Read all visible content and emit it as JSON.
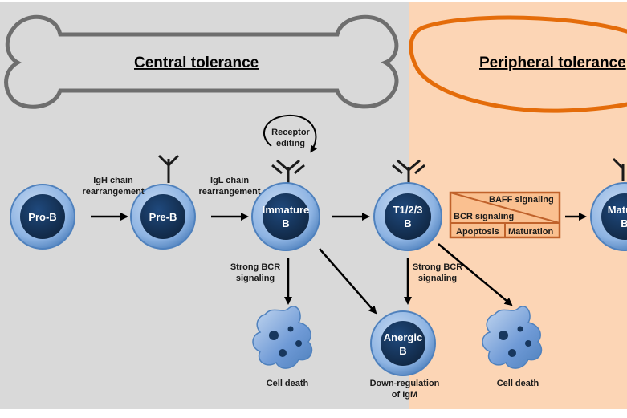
{
  "regions": {
    "central": {
      "title": "Central tolerance"
    },
    "peripheral": {
      "title": "Peripheral tolerance"
    }
  },
  "cells": {
    "pro_b": "Pro-B",
    "pre_b": "Pre-B",
    "immature_b": {
      "line1": "Immature",
      "line2": "B"
    },
    "t123_b": {
      "line1": "T1/2/3",
      "line2": "B"
    },
    "mature_b": {
      "line1": "Mature",
      "line2": "B"
    },
    "anergic_b": {
      "line1": "Anergic",
      "line2": "B"
    }
  },
  "labels": {
    "igh": {
      "line1": "IgH chain",
      "line2": "rearrangement"
    },
    "igl": {
      "line1": "IgL chain",
      "line2": "rearrangement"
    },
    "receptor_editing": {
      "line1": "Receptor",
      "line2": "editing"
    },
    "strong_bcr_1": {
      "line1": "Strong BCR",
      "line2": "signaling"
    },
    "strong_bcr_2": {
      "line1": "Strong BCR",
      "line2": "signaling"
    },
    "cell_death_1": "Cell death",
    "cell_death_2": "Cell death",
    "down_regulation": {
      "line1": "Down-regulation",
      "line2": "of IgM"
    }
  },
  "signaling_box": {
    "baff": "BAFF signaling",
    "bcr": "BCR signaling",
    "apoptosis": "Apoptosis",
    "maturation": "Maturation"
  },
  "colors": {
    "central_bg": "#d9d9d9",
    "peripheral_bg": "#fcd5b5",
    "bone_outline": "#6e6e6e",
    "lymph_outline": "#e46c0a",
    "box_fill": "#fac090",
    "box_border": "#c0622b",
    "cell_outer": "#8eb4e3",
    "cell_inner": "#17375e"
  }
}
